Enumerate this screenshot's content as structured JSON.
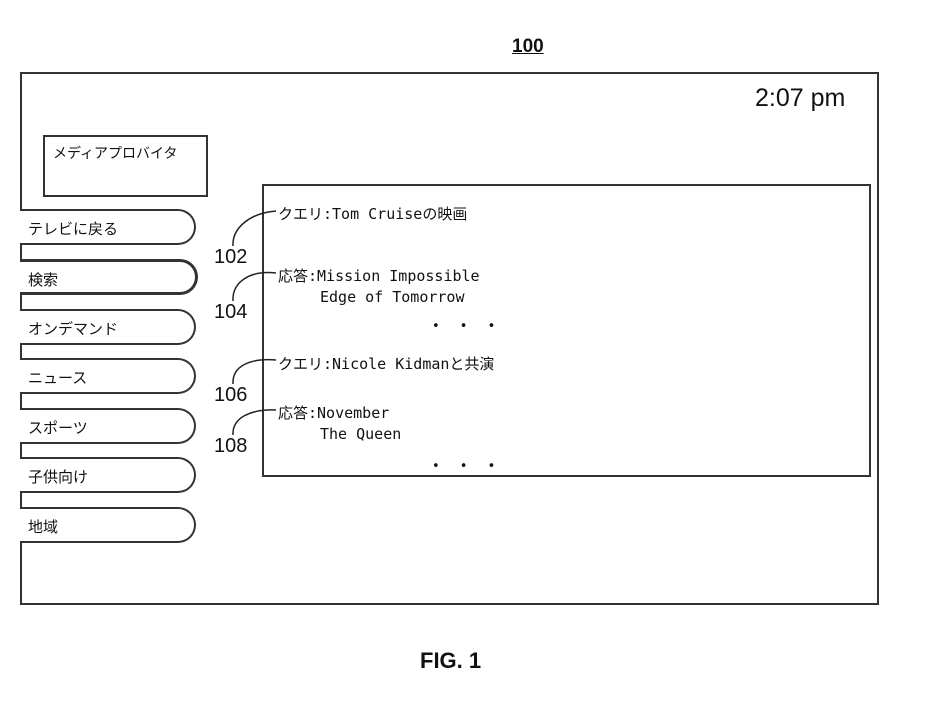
{
  "figure_ref": "100",
  "clock": "2:07 pm",
  "provider_label": "メディアプロバイタ",
  "menu": [
    {
      "label": "テレビに戻る"
    },
    {
      "label": "検索"
    },
    {
      "label": "オンデマンド"
    },
    {
      "label": "ニュース"
    },
    {
      "label": "スポーツ"
    },
    {
      "label": "子供向け"
    },
    {
      "label": "地域"
    }
  ],
  "results": {
    "query1": "クエリ:Tom Cruiseの映画",
    "response1_line1": "応答:Mission Impossible",
    "response1_line2": "Edge of Tomorrow",
    "query2": "クエリ:Nicole Kidmanと共演",
    "response2_line1": "応答:November",
    "response2_line2": "The Queen",
    "ellipsis": "• • •"
  },
  "refs": {
    "r102": "102",
    "r104": "104",
    "r106": "106",
    "r108": "108"
  },
  "caption": "FIG. 1"
}
